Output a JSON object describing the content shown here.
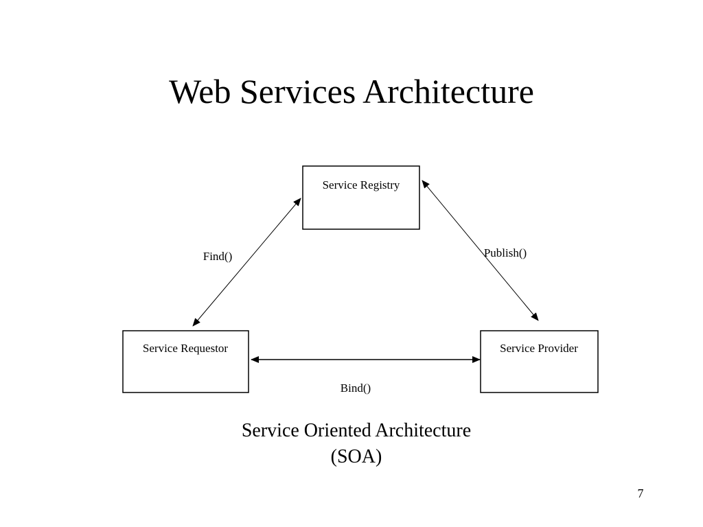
{
  "slide": {
    "title": "Web Services Architecture",
    "page_number": "7"
  },
  "diagram": {
    "nodes": {
      "registry": "Service Registry",
      "requestor": "Service Requestor",
      "provider": "Service Provider"
    },
    "edges": {
      "find": "Find()",
      "publish": "Publish()",
      "bind": "Bind()"
    },
    "line_color": "#000000",
    "box_fill": "#ffffff"
  },
  "caption": {
    "line1": "Service Oriented Architecture",
    "line2": "(SOA)"
  }
}
